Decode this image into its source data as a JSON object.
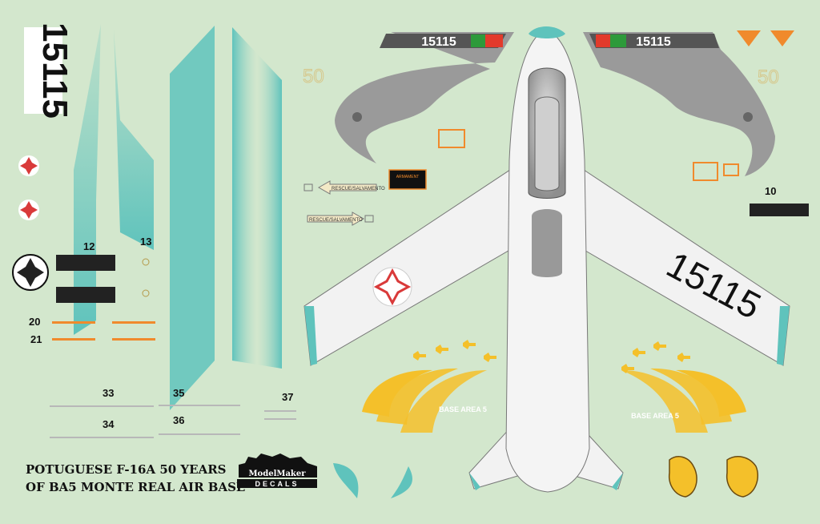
{
  "serial": "15115",
  "numbers": {
    "n10": "10",
    "n12": "12",
    "n13": "13",
    "n20": "20",
    "n21": "21",
    "n33": "33",
    "n34": "34",
    "n35": "35",
    "n36": "36",
    "n37": "37"
  },
  "stencils": {
    "rescue": "RESCUE/SALVAMENTO",
    "armament": "ARMAMENT",
    "base_area": "BASE AREA 5"
  },
  "title": {
    "line1": "POTUGUESE F-16A 50 YEARS",
    "line2": "OF BA5 MONTE REAL AIR BASE"
  },
  "brand": {
    "line1": "ModelMaker",
    "line2": "DECALS"
  },
  "anniversary": "50",
  "colors": {
    "background": "#d3e7cd",
    "teal": "#5fc3bc",
    "eagle_grey": "#9a9a9a",
    "orange": "#f08a2c",
    "yellow": "#f4c02a",
    "cross_red": "#d93a3a",
    "black": "#111111"
  }
}
